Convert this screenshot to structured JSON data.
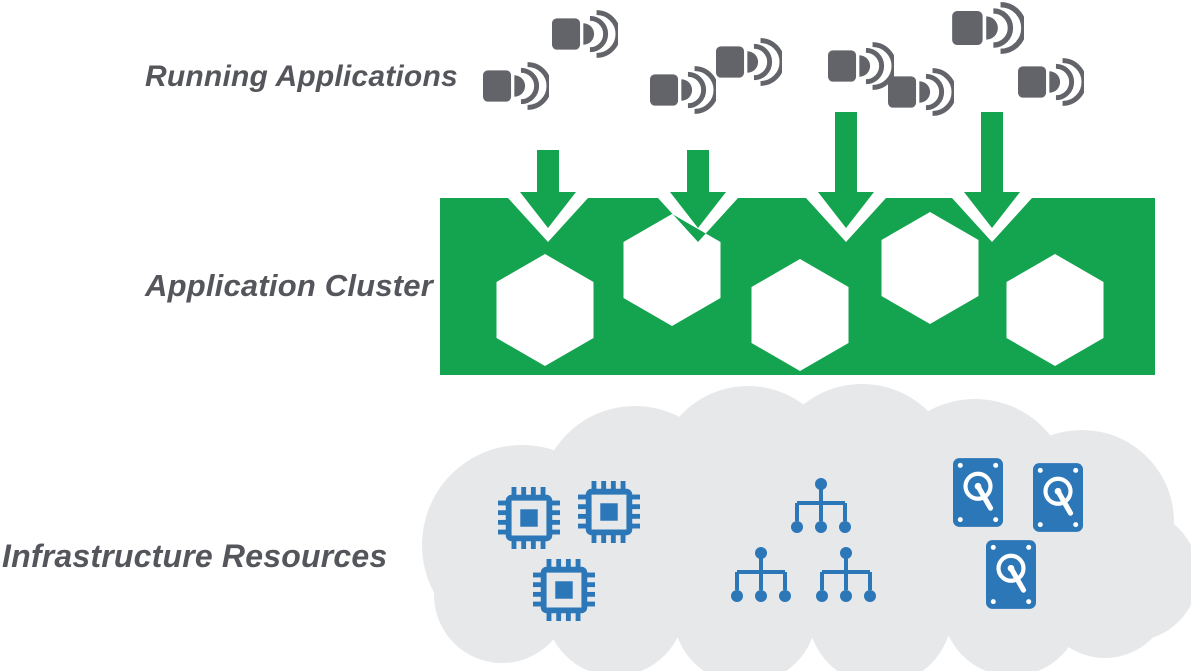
{
  "title": "Cluster architecture diagram",
  "labels": {
    "running_applications": "Running Applications",
    "application_cluster": "Application Cluster",
    "infrastructure_resources": "Infrastructure Resources"
  },
  "colors": {
    "green": "#14a44f",
    "icon_gray": "#626469",
    "text": "#54565b",
    "blue": "#2b77b8",
    "cloud": "#e7e8ea",
    "background": "#ffffff"
  },
  "icons": {
    "app_instance": "app-instance-icon",
    "deploy_arrow": "deploy-arrow",
    "hexagon_slot": "hexagon-slot",
    "cpu": "cpu-chip-icon",
    "network_tree": "network-tree-icon",
    "hard_drive": "hard-drive-icon",
    "cloud": "cloud-shape"
  },
  "structure": {
    "running_applications": {
      "app_icon_count": 8
    },
    "application_cluster": {
      "hexagon_slots": 5,
      "deploy_arrows": 4
    },
    "infrastructure_resources": {
      "cpu_icons": 3,
      "network_tree_icons": 3,
      "hard_drive_icons": 3
    }
  }
}
